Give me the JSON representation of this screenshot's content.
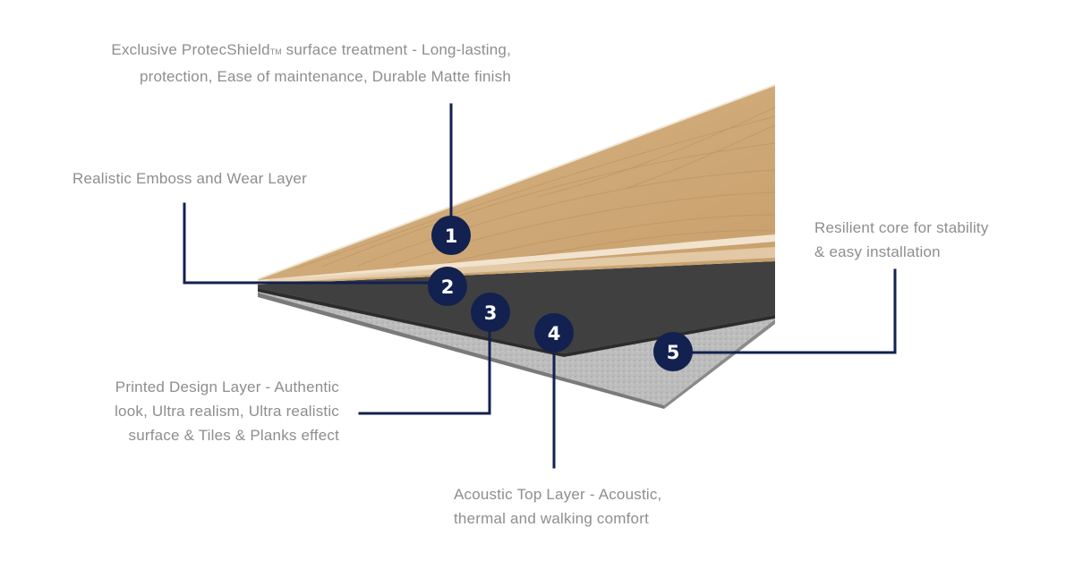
{
  "layers": [
    {
      "number": "1",
      "label_line1": "Exclusive ProtecShield",
      "label_tm": "TM",
      "label_line1_rest": " surface treatment - Long-lasting,",
      "label_line2": "protection, Ease of maintenance, Durable Matte finish"
    },
    {
      "number": "2",
      "label_line1": "Realistic Emboss and Wear Layer"
    },
    {
      "number": "3",
      "label_line1": "Printed Design Layer - Authentic",
      "label_line2": "look, Ultra realism, Ultra realistic",
      "label_line3": "surface & Tiles & Planks effect"
    },
    {
      "number": "4",
      "label_line1": "Acoustic Top Layer - Acoustic,",
      "label_line2": "thermal and walking comfort"
    },
    {
      "number": "5",
      "label_line1": "Resilient core for stability",
      "label_line2": "& easy installation"
    }
  ],
  "colors": {
    "badge": "#12214f",
    "leader": "#12214f",
    "text": "#8e8e8e",
    "wood": "#d4b183",
    "acoustic": "#3f3f3f",
    "core": "#b9b9b9"
  }
}
